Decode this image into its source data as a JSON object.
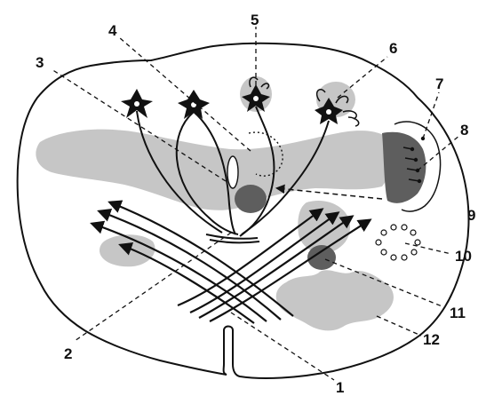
{
  "diagram": {
    "callout_labels": [
      "1",
      "2",
      "3",
      "4",
      "5",
      "6",
      "7",
      "8",
      "9",
      "10",
      "11",
      "12"
    ],
    "colors": {
      "background": "#ffffff",
      "outline": "#111111",
      "gray_matter": "#c6c6c6",
      "nucleus_dark": "#5e5e5e",
      "leader_line": "#111111"
    }
  }
}
